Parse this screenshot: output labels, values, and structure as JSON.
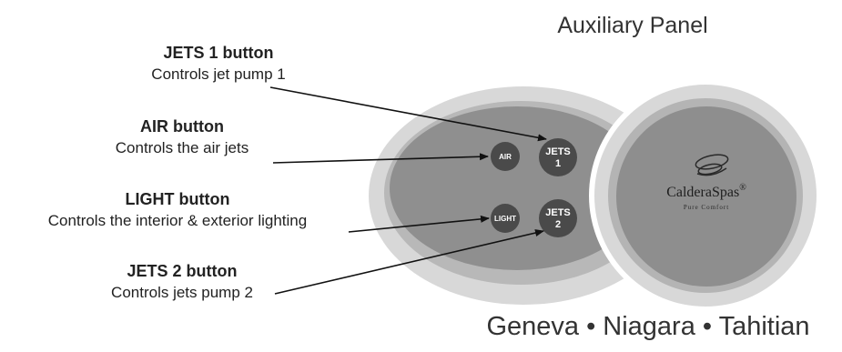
{
  "title": "Auxiliary Panel",
  "models": "Geneva • Niagara • Tahitian",
  "callouts": [
    {
      "title": "JETS 1 button",
      "desc": "Controls jet pump 1"
    },
    {
      "title": "AIR button",
      "desc": "Controls the air jets"
    },
    {
      "title": "LIGHT button",
      "desc": "Controls the interior & exterior lighting"
    },
    {
      "title": "JETS 2 button",
      "desc": "Controls jets pump 2"
    }
  ],
  "panel": {
    "buttons": [
      {
        "line1": "AIR",
        "line2": ""
      },
      {
        "line1": "JETS",
        "line2": "1"
      },
      {
        "line1": "LIGHT",
        "line2": ""
      },
      {
        "line1": "JETS",
        "line2": "2"
      }
    ],
    "logo": {
      "brand": "CalderaSpas",
      "mark": "®",
      "tagline": "Pure Comfort"
    }
  },
  "colors": {
    "panel_outer": "#d8d8d8",
    "panel_mid": "#b4b4b4",
    "panel_inner": "#8e8e8e",
    "button": "#4a4a4a"
  }
}
